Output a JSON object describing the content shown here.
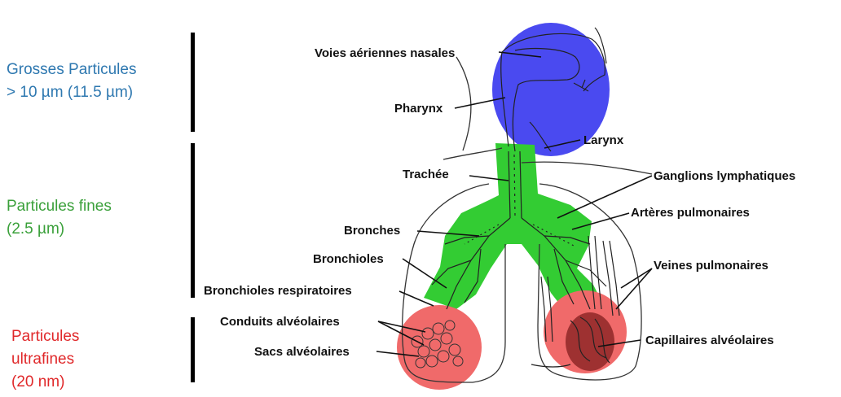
{
  "categories": {
    "coarse": {
      "line1": "Grosses Particules",
      "line2": "> 10 µm (11.5 µm)",
      "color": "#2e78b0"
    },
    "fine": {
      "line1": "Particules fines",
      "line2": "(2.5 µm)",
      "color": "#3aa03a"
    },
    "ultrafine": {
      "line1": "Particules",
      "line2": "ultrafines",
      "line3": "(20 nm)",
      "color": "#e0282a"
    }
  },
  "labels": {
    "nasal": "Voies aériennes nasales",
    "pharynx": "Pharynx",
    "larynx": "Larynx",
    "trachea": "Trachée",
    "lymph": "Ganglions lymphatiques",
    "arteries": "Artères pulmonaires",
    "bronchi": "Bronches",
    "bronchioles": "Bronchioles",
    "veins": "Veines pulmonaires",
    "resp_bronchioles": "Bronchioles respiratoires",
    "alv_ducts": "Conduits alvéolaires",
    "alv_sacs": "Sacs alvéolaires",
    "capillaries": "Capillaires alvéolaires"
  },
  "region_colors": {
    "upper_airways": "#4a4af0",
    "conducting_airways": "#33cc33",
    "alveolar": "#f06a6a"
  }
}
